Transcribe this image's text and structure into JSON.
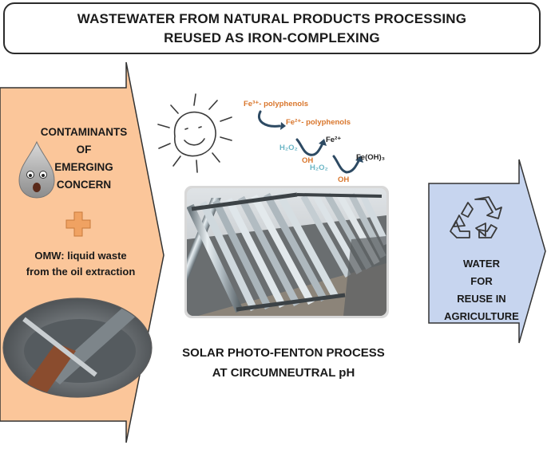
{
  "title": {
    "line1": "WASTEWATER FROM NATURAL PRODUCTS PROCESSING",
    "line2": "REUSED AS IRON-COMPLEXING"
  },
  "left_panel": {
    "contaminants": [
      "CONTAMINANTS",
      "OF",
      "EMERGING",
      "CONCERN"
    ],
    "omw": [
      "OMW: liquid waste",
      "from the oil extraction"
    ]
  },
  "chemistry": {
    "fe3_label": "Fe³⁺- polyphenols",
    "fe2_label": "Fe²⁺- polyphenols",
    "h2o2_1": "H₂O₂",
    "h2o2_2": "H₂O₂",
    "fe2": "Fe²⁺",
    "feoh3": "Fe(OH)₃",
    "oh_1": "OH",
    "oh_2": "OH"
  },
  "process": [
    "SOLAR PHOTO-FENTON PROCESS",
    "AT CIRCUMNEUTRAL pH"
  ],
  "right_panel": [
    "WATER",
    "FOR",
    "REUSE IN",
    "AGRICULTURE"
  ],
  "colors": {
    "left_arrow": "#fbc69a",
    "right_arrow": "#c7d5ef",
    "plus": "#f0a262",
    "chem_orange": "#d9762c",
    "chem_teal": "#6bb6c6",
    "curve_blue": "#2d4a63"
  },
  "icons": [
    "sun-icon",
    "droplet-face-icon",
    "plus-icon",
    "recycle-icon",
    "reactor-photo"
  ]
}
